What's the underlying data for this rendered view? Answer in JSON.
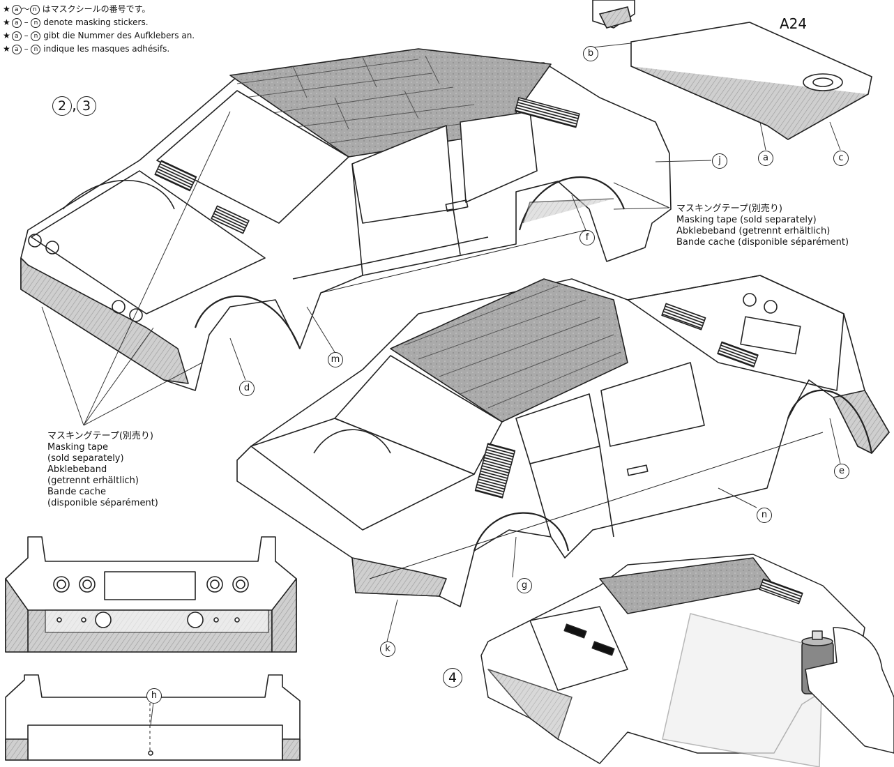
{
  "legend": {
    "lines": [
      {
        "from": "a",
        "sep": "～",
        "to": "n",
        "text": "はマスクシールの番号です。"
      },
      {
        "from": "a",
        "sep": "–",
        "to": "n",
        "text": "denote masking stickers."
      },
      {
        "from": "a",
        "sep": "–",
        "to": "n",
        "text": "gibt die Nummer des Aufklebers an."
      },
      {
        "from": "a",
        "sep": "–",
        "to": "n",
        "text": "indique les masques adhésifs."
      }
    ]
  },
  "steps": {
    "first": "2",
    "comma": ",",
    "second": "3",
    "third": "4"
  },
  "part_number": "A24",
  "masking_tape_right": {
    "jp": "マスキングテープ(別売り)",
    "en": "Masking tape (sold separately)",
    "de": "Abklebeband (getrennt erhältlich)",
    "fr": "Bande cache (disponible séparément)"
  },
  "masking_tape_left": {
    "jp": "マスキングテープ(別売り)",
    "en1": "Masking tape",
    "en2": "(sold separately)",
    "de1": "Abklebeband",
    "de2": "(getrennt erhältlich)",
    "fr1": "Bande cache",
    "fr2": "(disponible séparément)"
  },
  "stickers": {
    "a": "a",
    "b": "b",
    "c": "c",
    "d": "d",
    "e": "e",
    "f": "f",
    "g": "g",
    "h": "h",
    "j": "j",
    "k": "k",
    "m": "m",
    "n": "n"
  }
}
